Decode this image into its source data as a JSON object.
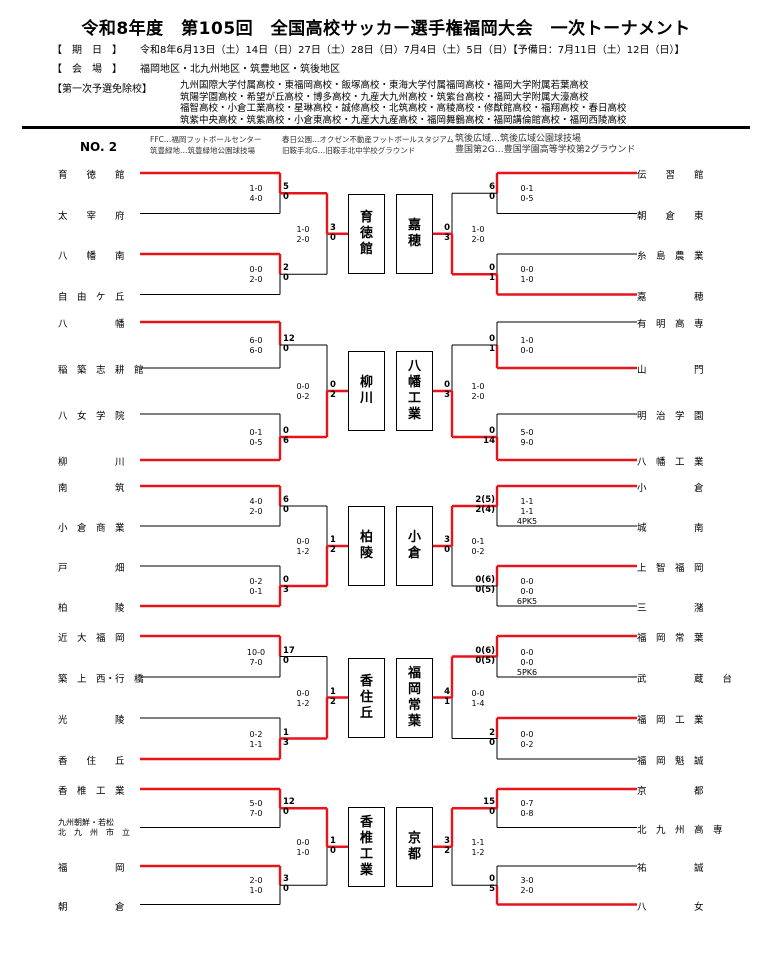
{
  "title": "令和8年度　第105回　全国高校サッカー選手権福岡大会　一次トーナメント",
  "period": {
    "label": "【　期　日　】",
    "value": "令和8年6月13日（土）14日（日）27日（土）28日（日）7月4日（土）5日（日）【予備日：7月11日（土）12日（日）】"
  },
  "venue": {
    "label": "【　会　場　】",
    "value": "福岡地区・北九州地区・筑豊地区・筑後地区"
  },
  "exempt": {
    "label": "【第一次予選免除校】",
    "lines": [
      "九州国際大学付属高校・東福岡高校・飯塚高校・東海大学付属福岡高校・福岡大学附属若葉高校",
      "筑陽学園高校・希望が丘高校・博多高校・九産大九州高校・筑紫台高校・福岡大学附属大濠高校",
      "福智高校・小倉工業高校・星琳高校・誠修高校・北筑高校・高稜高校・修猷館高校・福翔高校・春日高校",
      "筑紫中央高校・筑紫高校・小倉東高校・九産大九産高校・福岡舞鶴高校・福岡講倫館高校・福岡西陵高校"
    ]
  },
  "block_no": "NO. 2",
  "venues_info": {
    "left1": "FFC…福岡フットボールセンター",
    "left2": "筑豊緑地…筑豊緑地公園球技場",
    "mid1": "春日公園…オクゼン不動産フットボールスタジアム",
    "mid2": "旧鞍手北G…旧鞍手北中学校グラウンド",
    "right1": "筑後広域…筑後広域公園球技場",
    "right2": "豊国第2G…豊国学園高等学校第2グラウンド"
  },
  "groups": [
    {
      "finalists": [
        "育\n徳\n館",
        "嘉\n穂"
      ],
      "left": {
        "teams": [
          "育　　徳　　館",
          "太　　宰　　府",
          "八　　幡　　南",
          "自　由　ケ　丘"
        ],
        "r1": [
          {
            "s": [
              "5",
              "0"
            ],
            "d": [
              "1-0",
              "4-0"
            ]
          },
          {
            "s": [
              "2",
              "0"
            ],
            "d": [
              "0-0",
              "2-0"
            ]
          }
        ],
        "r2": {
          "s": [
            "3",
            "0"
          ],
          "d": [
            "1-0",
            "2-0"
          ]
        }
      },
      "right": {
        "teams": [
          "伝　　習　　館",
          "朝　　倉　　東",
          "糸　島　農　業",
          "嘉　　　　　穂"
        ],
        "r1": [
          {
            "s": [
              "6",
              "0"
            ],
            "d": [
              "0-1",
              "0-5"
            ]
          },
          {
            "s": [
              "0",
              "1"
            ],
            "d": [
              "0-0",
              "1-0"
            ]
          }
        ],
        "r2": {
          "s": [
            "0",
            "3"
          ],
          "d": [
            "1-0",
            "2-0"
          ]
        }
      }
    },
    {
      "finalists": [
        "柳\n川",
        "八\n幡\n工\n業"
      ],
      "left": {
        "teams": [
          "八　　　　　幡",
          "稲　築　志　耕　館",
          "八　女　学　院",
          "柳　　　　　川"
        ],
        "r1": [
          {
            "s": [
              "12",
              "0"
            ],
            "d": [
              "6-0",
              "6-0"
            ]
          },
          {
            "s": [
              "0",
              "6"
            ],
            "d": [
              "0-1",
              "0-5"
            ]
          }
        ],
        "r2": {
          "s": [
            "0",
            "2"
          ],
          "d": [
            "0-0",
            "0-2"
          ]
        }
      },
      "right": {
        "teams": [
          "有　明　高　専",
          "山　　　　　門",
          "明　治　学　園",
          "八　幡　工　業"
        ],
        "r1": [
          {
            "s": [
              "0",
              "1"
            ],
            "d": [
              "1-0",
              "0-0"
            ]
          },
          {
            "s": [
              "0",
              "14"
            ],
            "d": [
              "5-0",
              "9-0"
            ]
          }
        ],
        "r2": {
          "s": [
            "0",
            "3"
          ],
          "d": [
            "1-0",
            "2-0"
          ]
        }
      }
    },
    {
      "finalists": [
        "柏\n陵",
        "小\n倉"
      ],
      "left": {
        "teams": [
          "南　　　　　筑",
          "小　倉　商　業",
          "戸　　　　　畑",
          "柏　　　　　陵"
        ],
        "r1": [
          {
            "s": [
              "6",
              "0"
            ],
            "d": [
              "4-0",
              "2-0"
            ]
          },
          {
            "s": [
              "0",
              "3"
            ],
            "d": [
              "0-2",
              "0-1"
            ]
          }
        ],
        "r2": {
          "s": [
            "1",
            "2"
          ],
          "d": [
            "0-0",
            "1-2"
          ]
        }
      },
      "right": {
        "teams": [
          "小　　　　　倉",
          "城　　　　　南",
          "上　智　福　岡",
          "三　　　　　潴"
        ],
        "r1": [
          {
            "s": [
              "2(5)",
              "2(4)"
            ],
            "d": [
              "1-1",
              "1-1",
              "4PK5"
            ]
          },
          {
            "s": [
              "0(6)",
              "0(5)"
            ],
            "d": [
              "0-0",
              "0-0",
              "6PK5"
            ]
          }
        ],
        "r2": {
          "s": [
            "3",
            "0"
          ],
          "d": [
            "0-1",
            "0-2"
          ]
        }
      }
    },
    {
      "finalists": [
        "香\n住\n丘",
        "福\n岡\n常\n葉"
      ],
      "left": {
        "teams": [
          "近　大　福　岡",
          "築　上　西・行　橋",
          "光　　　　　陵",
          "香　　住　　丘"
        ],
        "r1": [
          {
            "s": [
              "17",
              "0"
            ],
            "d": [
              "10-0",
              "7-0"
            ]
          },
          {
            "s": [
              "1",
              "3"
            ],
            "d": [
              "0-2",
              "1-1"
            ]
          }
        ],
        "r2": {
          "s": [
            "1",
            "2"
          ],
          "d": [
            "0-0",
            "1-2"
          ]
        }
      },
      "right": {
        "teams": [
          "福　岡　常　葉",
          "武　　　　　蔵　　台",
          "福　岡　工　業",
          "福　岡　魁　誠"
        ],
        "r1": [
          {
            "s": [
              "0(6)",
              "0(5)"
            ],
            "d": [
              "0-0",
              "0-0",
              "5PK6"
            ]
          },
          {
            "s": [
              "2",
              "0"
            ],
            "d": [
              "0-0",
              "0-2"
            ]
          }
        ],
        "r2": {
          "s": [
            "4",
            "1"
          ],
          "d": [
            "0-0",
            "1-4"
          ]
        }
      }
    },
    {
      "finalists": [
        "香\n椎\n工\n業",
        "京\n都"
      ],
      "left": {
        "teams": [
          "香　椎　工　業",
          "九州朝鮮・若松\n北　九　州　市　立",
          "福　　　　　岡",
          "朝　　　　　倉"
        ],
        "r1": [
          {
            "s": [
              "12",
              "0"
            ],
            "d": [
              "5-0",
              "7-0"
            ]
          },
          {
            "s": [
              "3",
              "0"
            ],
            "d": [
              "2-0",
              "1-0"
            ]
          }
        ],
        "r2": {
          "s": [
            "1",
            "0"
          ],
          "d": [
            "0-0",
            "1-0"
          ]
        }
      },
      "right": {
        "teams": [
          "京　　　　　都",
          "北　九　州　高　専",
          "祐　　　　　誠",
          "八　　　　　女"
        ],
        "r1": [
          {
            "s": [
              "15",
              "0"
            ],
            "d": [
              "0-7",
              "0-8"
            ]
          },
          {
            "s": [
              "0",
              "5"
            ],
            "d": [
              "3-0",
              "2-0"
            ]
          }
        ],
        "r2": {
          "s": [
            "3",
            "2"
          ],
          "d": [
            "1-1",
            "1-2"
          ]
        }
      }
    }
  ]
}
